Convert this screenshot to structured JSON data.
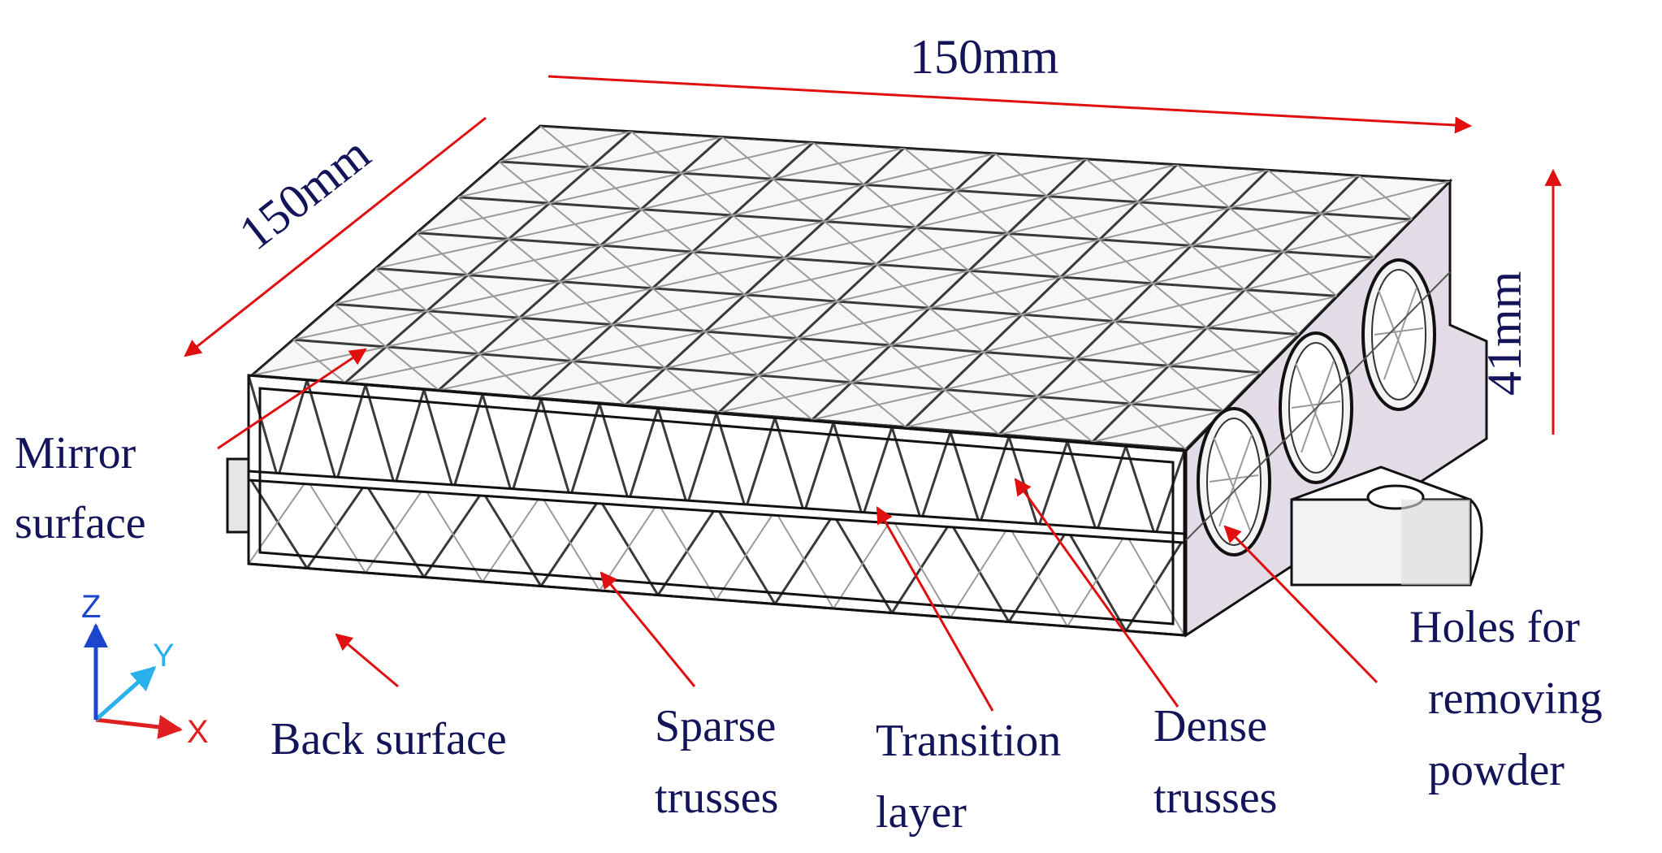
{
  "dimensions": {
    "length": "150mm",
    "width": "150mm",
    "height": "41mm"
  },
  "labels": {
    "mirror_surface": [
      "Mirror",
      "surface"
    ],
    "back_surface": "Back surface",
    "sparse_trusses": [
      "Sparse",
      "trusses"
    ],
    "transition_layer": [
      "Transition",
      "layer"
    ],
    "dense_trusses": [
      "Dense",
      "trusses"
    ],
    "holes": [
      "Holes for",
      "removing",
      "powder"
    ]
  },
  "axes": {
    "x": "X",
    "y": "Y",
    "z": "Z"
  },
  "colors": {
    "annotation_arrow": "#e01010",
    "label_text": "#14145a",
    "side_face": "#e3dbe6",
    "axis_x": "#e02020",
    "axis_y": "#2ab0ea",
    "axis_z": "#1c46cc"
  }
}
